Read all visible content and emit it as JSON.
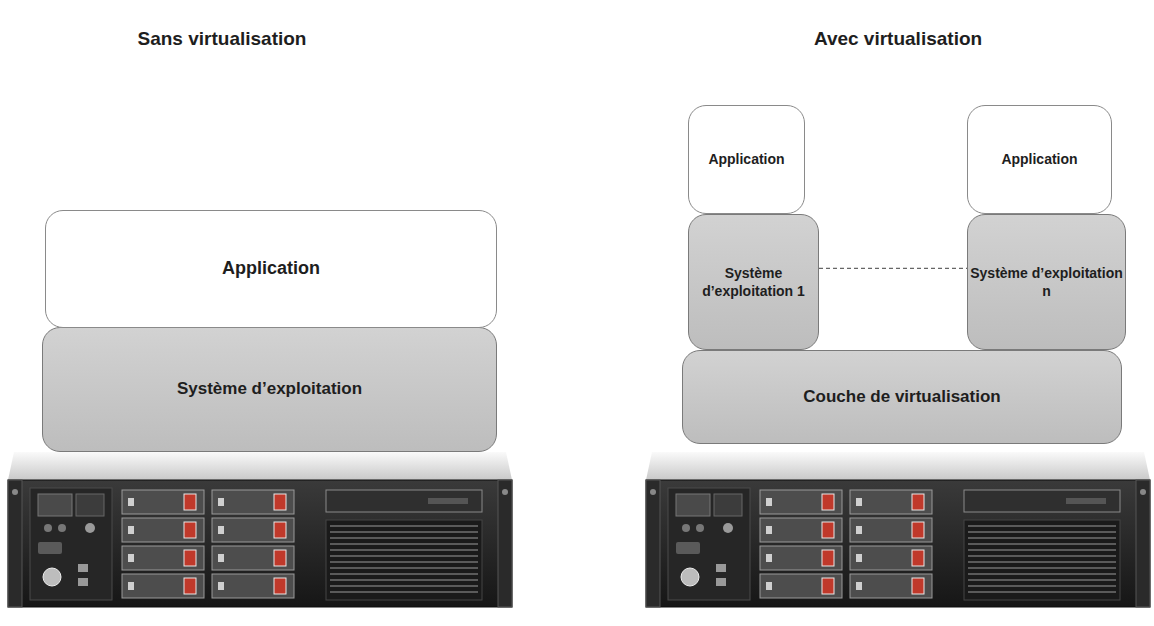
{
  "diagram": {
    "nodes": [
      {
        "text": [
          "Application"
        ]
      },
      {
        "text": [
          "Système d’exploitation"
        ]
      },
      {
        "text": [
          "Application"
        ]
      },
      {
        "text": [
          "Application"
        ]
      },
      {
        "text": [
          "Système d’exploitation 1"
        ]
      },
      {
        "text": [
          "Système d’exploitation n"
        ]
      },
      {
        "text": [
          "Couche de virtualisation"
        ]
      }
    ],
    "edges": [
      {
        "from": 4,
        "to": 5,
        "arrow": "none"
      }
    ],
    "labels": [
      "Sans virtualisation",
      "Avec virtualisation"
    ]
  }
}
